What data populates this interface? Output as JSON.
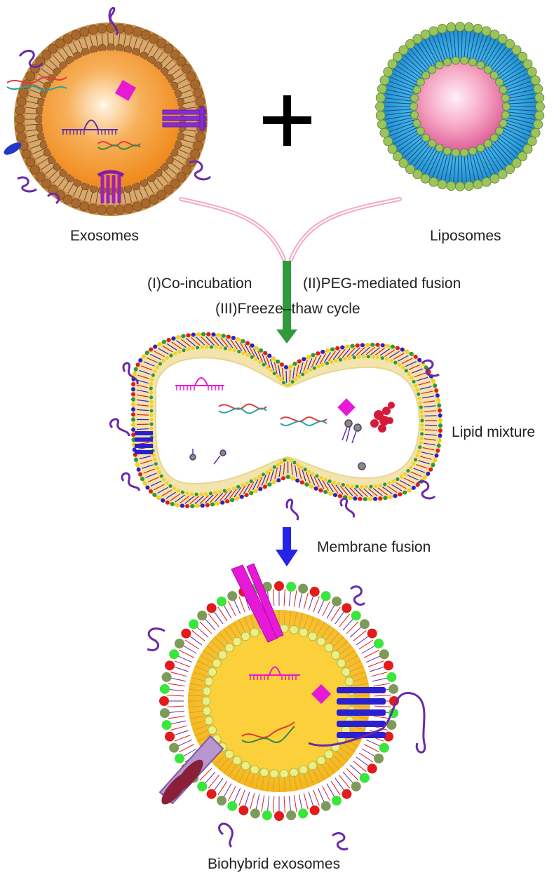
{
  "labels": {
    "exosomes": "Exosomes",
    "liposomes": "Liposomes",
    "plus": "+",
    "method_1": "(I)Co-incubation",
    "method_2": "(II)PEG-mediated fusion",
    "method_3": "(III)Freeze–thaw cycle",
    "lipid_mixture": "Lipid mixture",
    "membrane_fusion": "Membrane fusion",
    "biohybrid": "Biohybrid exosomes"
  },
  "colors": {
    "exosome_shell": "#b97a33",
    "exosome_core": "#f59a2e",
    "liposome_outer": "#29a3df",
    "liposome_core": "#f08fb0",
    "lipid_head_green": "#9bc45a",
    "protein_magenta": "#e619d6",
    "protein_purple": "#5e2fa3",
    "receptor_blue": "#2a1fd1",
    "arrow_green": "#2f9a3c",
    "arrow_blue": "#2424e6",
    "funnel_pink": "#f4a9c8",
    "hybrid_core": "#f7c325",
    "dot_red": "#e21b1b",
    "dot_green": "#39e63c",
    "dot_olive": "#7d9a58"
  }
}
